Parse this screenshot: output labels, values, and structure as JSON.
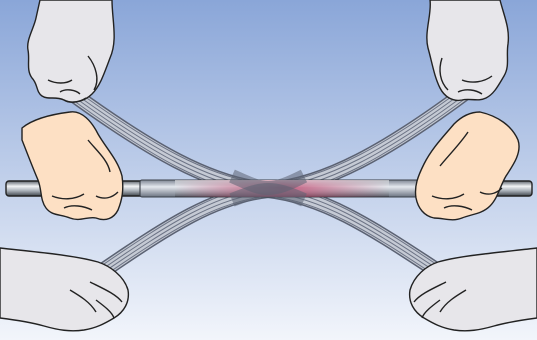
{
  "diagram": {
    "subject": "heat-shrink-sleeve-installation",
    "colors": {
      "background_top": "#8aa6d8",
      "background_bottom": "#f2f5fb",
      "rod": "#9aa3ad",
      "rod_highlight": "#f2f4f6",
      "sleeve": "#b7bfcb",
      "heated_zone": "#c2577a",
      "strap": "#8f97a8",
      "glove": "#e7e6ea",
      "skin": "#fde0c4",
      "outline": "#222222"
    },
    "elements": {
      "gloved_hands": 4,
      "bare_hands": 2,
      "straps": 2
    }
  }
}
